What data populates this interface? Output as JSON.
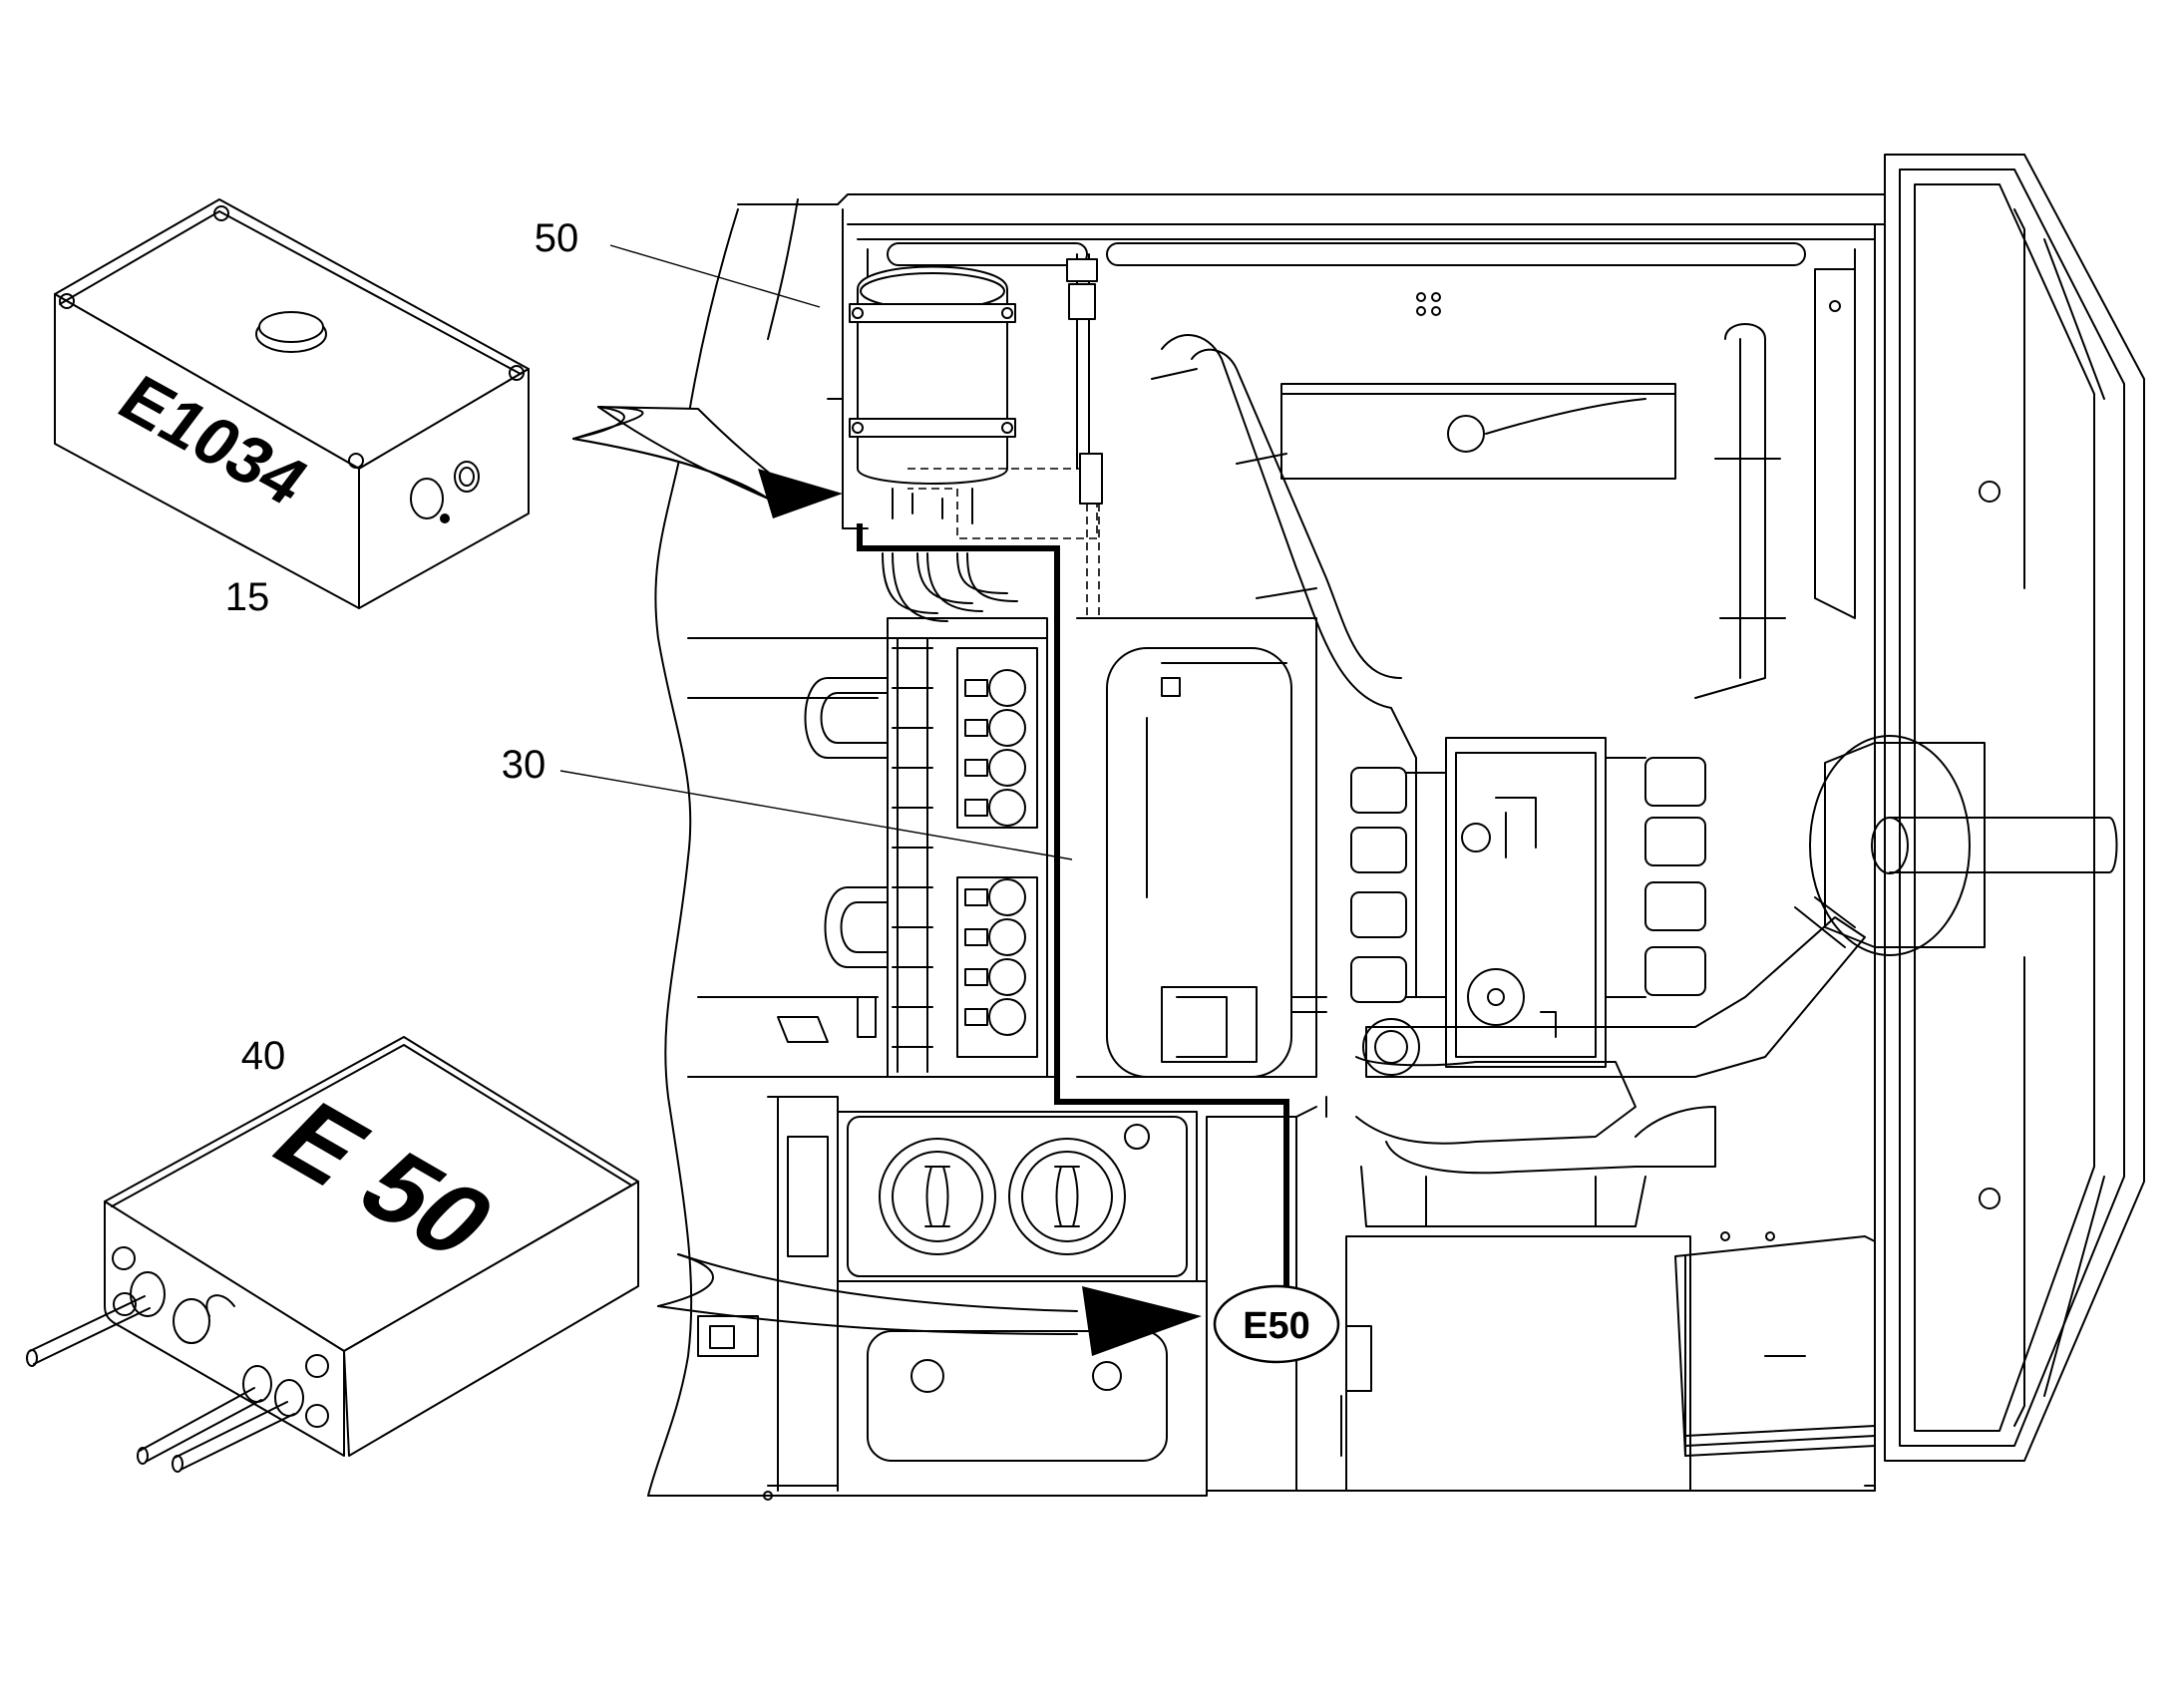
{
  "callouts": [
    {
      "id": "callout-50",
      "label": "50"
    },
    {
      "id": "callout-15",
      "label": "15"
    },
    {
      "id": "callout-30",
      "label": "30"
    },
    {
      "id": "callout-40",
      "label": "40"
    }
  ],
  "boxes": {
    "e1034": {
      "label": "E1034"
    },
    "e50": {
      "label": "E 50"
    }
  },
  "location_tag": {
    "label": "E50"
  }
}
